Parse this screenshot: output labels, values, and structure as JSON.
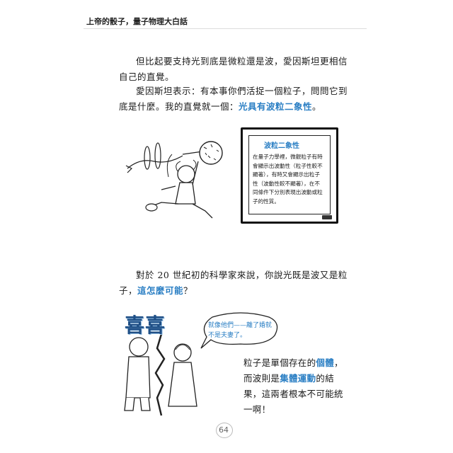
{
  "header": {
    "title": "上帝的骰子，量子物理大白話"
  },
  "paragraph1": "但比起要支持光到底是微粒還是波，愛因斯坦更相信自己的直覺。",
  "paragraph2": {
    "text": "愛因斯坦表示：有本事你們活捉一個粒子，問問它到底是什麼。我的直覺就一個：",
    "highlight": "光具有波粒二象性",
    "end": "。"
  },
  "blackboard": {
    "title": "波粒二象性",
    "body": "在量子力學裡，微觀粒子有時會顯示出波動性（粒子性較不顯著），有時又會顯示出粒子性（波動性較不顯著），在不同條件下分別表現出波動或粒子的性質。"
  },
  "paragraph3": {
    "text": "對於 20 世紀初的科學家來說，你說光既是波又是粒子，",
    "highlight": "這怎麼可能",
    "end": "？"
  },
  "comic": {
    "sfx": "喜喜",
    "bubble": "就像他們——離了婚就不是夫妻了。"
  },
  "paragraph4": {
    "t1": "粒子是單個存在的",
    "h1": "個體",
    "t2": "，而波則是",
    "h2": "集體運動",
    "t3": "的結果，這兩者根本不可能統一啊！"
  },
  "page_number": "64",
  "colors": {
    "highlight": "#2b7fc4",
    "sfx": "#1f4f86"
  }
}
